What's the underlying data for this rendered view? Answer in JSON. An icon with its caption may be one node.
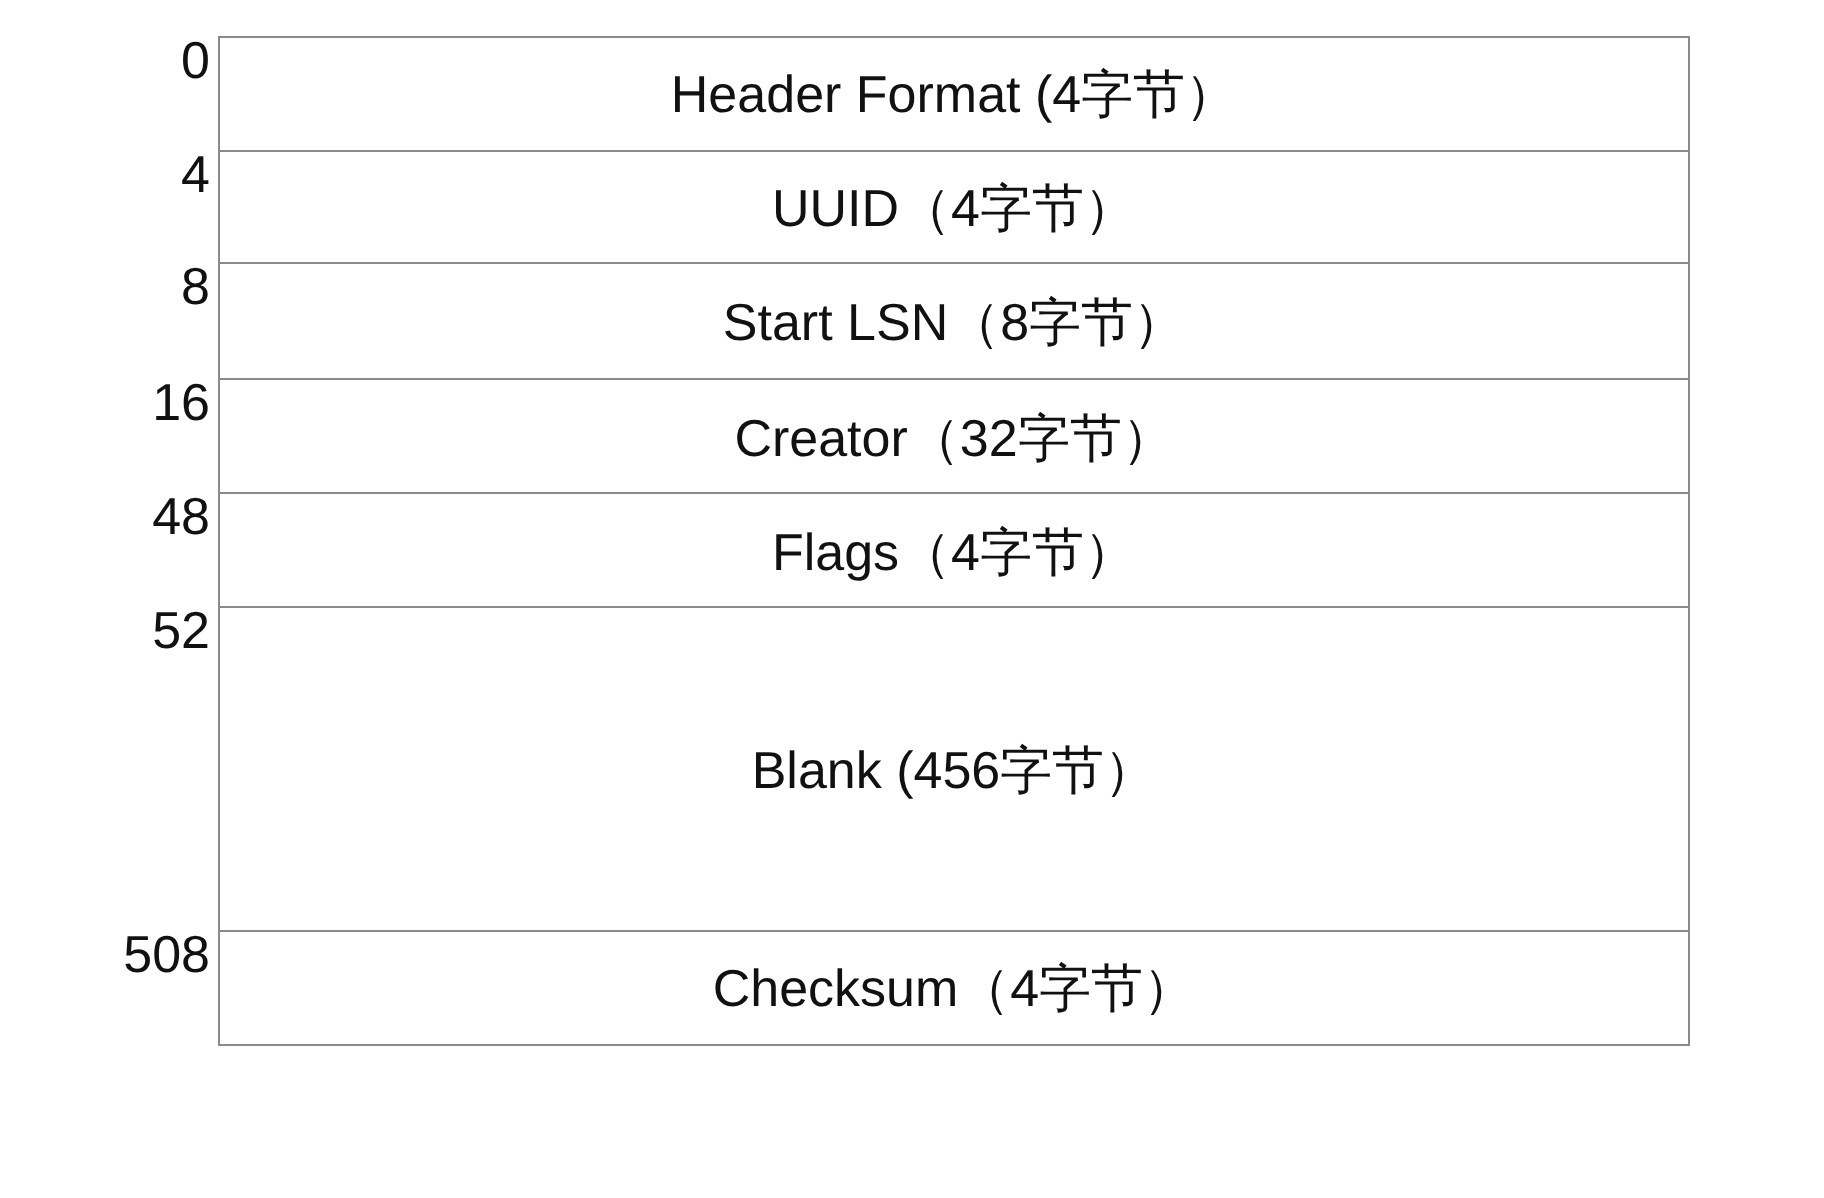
{
  "diagram": {
    "nodes": [
      {
        "text": [
          "Header Format (4字节）"
        ],
        "beside": [
          "0"
        ]
      },
      {
        "text": [
          "UUID（4字节）"
        ],
        "beside": [
          "4"
        ]
      },
      {
        "text": [
          "Start LSN（8字节）"
        ],
        "beside": [
          "8"
        ]
      },
      {
        "text": [
          "Creator（32字节）"
        ],
        "beside": [
          "16"
        ]
      },
      {
        "text": [
          "Flags（4字节）"
        ],
        "beside": [
          "48"
        ]
      },
      {
        "text": [
          "Blank (456字节）"
        ],
        "beside": [
          "52"
        ]
      },
      {
        "text": [
          "Checksum（4字节）"
        ],
        "beside": [
          "508"
        ]
      }
    ]
  }
}
